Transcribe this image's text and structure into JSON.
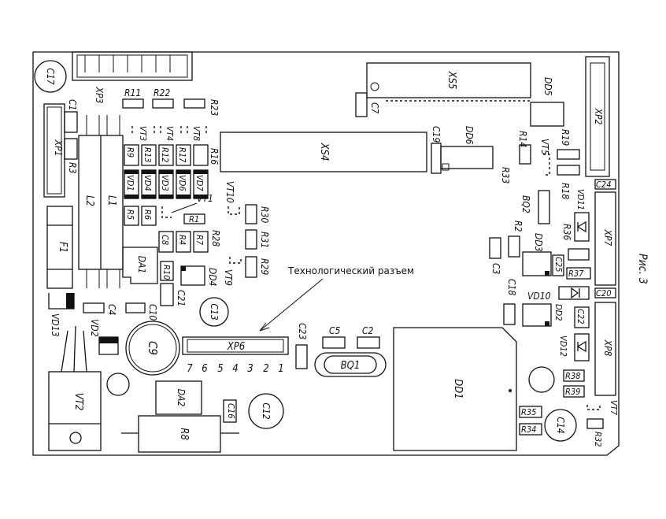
{
  "labels": {
    "C17": "C17",
    "XP3": "XP3",
    "R11": "R11",
    "R22": "R22",
    "R23": "R23",
    "C1": "C1",
    "XP1": "XP1",
    "R3": "R3",
    "L2": "L2",
    "L1": "L1",
    "F1": "F1",
    "VD13": "VD13",
    "VD2": "VD2",
    "C4": "C4",
    "C10": "C10",
    "C9": "C9",
    "VT2": "VT2",
    "DA1": "DA1",
    "DA2": "DA2",
    "R8": "R8",
    "C16": "C16",
    "C12": "C12",
    "C13": "C13",
    "C21": "C21",
    "VT3": "VT3",
    "VT4": "VT4",
    "VT8": "VT8",
    "R9": "R9",
    "R13": "R13",
    "R12": "R12",
    "R17": "R17",
    "R16": "R16",
    "VD1": "VD1",
    "VD4": "VD4",
    "VD3": "VD3",
    "VD6": "VD6",
    "VD7": "VD7",
    "R5": "R5",
    "R6": "R6",
    "VT1": "VT1",
    "R1": "R1",
    "C8": "C8",
    "R4": "R4",
    "R7": "R7",
    "R28": "R28",
    "R10": "R10",
    "DD4": "DD4",
    "VT9": "VT9",
    "VT10": "VT10",
    "R30": "R30",
    "R31": "R31",
    "R29": "R29",
    "XS4": "XS4",
    "C19": "C19",
    "DD6": "DD6",
    "XS5": "XS5",
    "C7": "C7",
    "DD5": "DD5",
    "XP2": "XP2",
    "R14": "R14",
    "VT5": "VT5",
    "R19": "R19",
    "R33": "R33",
    "R18": "R18",
    "C24": "C24",
    "VD11": "VD11",
    "BQ2": "BQ2",
    "R2": "R2",
    "DD3": "DD3",
    "R36": "R36",
    "C3": "C3",
    "C25": "C25",
    "R37": "R37",
    "XP7": "XP7",
    "C18": "C18",
    "VD10": "VD10",
    "DD2": "DD2",
    "C22": "C22",
    "C20": "C20",
    "VD12": "VD12",
    "XP8": "XP8",
    "R38": "R38",
    "R39": "R39",
    "C23": "C23",
    "C5": "C5",
    "C2": "C2",
    "BQ1": "BQ1",
    "DD1": "DD1",
    "XP6": "XP6",
    "R35": "R35",
    "R34": "R34",
    "C14": "C14",
    "VT7": "VT7",
    "R32": "R32"
  },
  "xp6_pins": [
    "7",
    "6",
    "5",
    "4",
    "3",
    "2",
    "1"
  ],
  "annotation": "Технологический разъем",
  "figure_caption": "Рис. 3"
}
